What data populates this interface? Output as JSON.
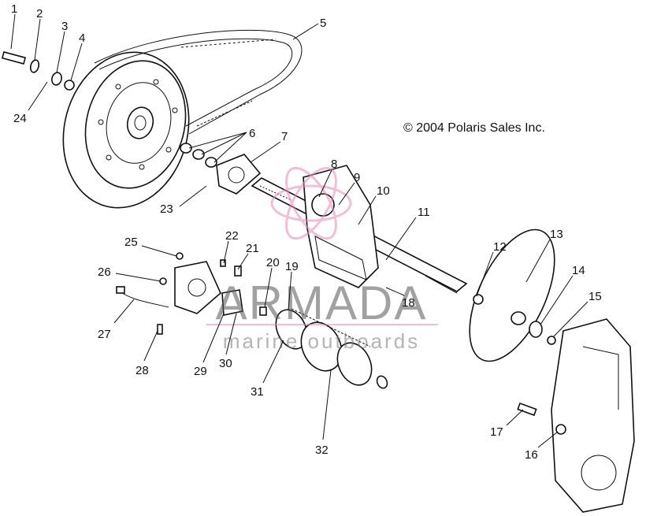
{
  "copyright": "© 2004 Polaris Sales Inc.",
  "watermark": {
    "name": "ARMADA",
    "tagline": "marine outboards",
    "accent_color": "#e58bb8"
  },
  "callouts": [
    "1",
    "2",
    "3",
    "4",
    "5",
    "6",
    "7",
    "8",
    "9",
    "10",
    "11",
    "12",
    "13",
    "14",
    "15",
    "16",
    "17",
    "18",
    "19",
    "20",
    "21",
    "22",
    "23",
    "24",
    "25",
    "26",
    "27",
    "28",
    "29",
    "30",
    "31",
    "32"
  ]
}
